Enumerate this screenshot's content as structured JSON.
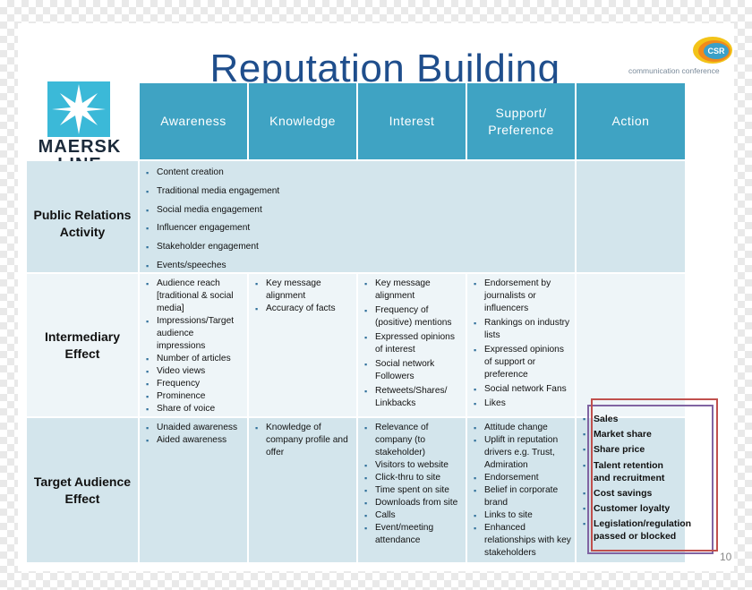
{
  "title": "Reputation Building",
  "csr_logo": {
    "badge": "CSR",
    "tagline": "communication conference"
  },
  "maersk_logo": {
    "line1": "MAERSK",
    "line2": "LINE"
  },
  "columns": [
    "Awareness",
    "Knowledge",
    "Interest",
    "Support/ Preference",
    "Action"
  ],
  "rows": [
    {
      "label": "Public Relations Activity",
      "items": [
        "Content creation",
        "Traditional media engagement",
        "Social media engagement",
        "Influencer engagement",
        "Stakeholder engagement",
        "Events/speeches"
      ]
    },
    {
      "label": "Intermediary Effect",
      "awareness": [
        "Audience reach [traditional & social media]",
        "Impressions/Target audience impressions",
        "Number of articles",
        "Video views",
        "Frequency",
        "Prominence",
        "Share of voice"
      ],
      "knowledge": [
        "Key message alignment",
        "Accuracy of facts"
      ],
      "interest": [
        "Key message alignment",
        "Frequency of (positive) mentions",
        "Expressed opinions of interest",
        "Social network Followers",
        "Retweets/Shares/ Linkbacks"
      ],
      "support": [
        "Endorsement by journalists or influencers",
        "Rankings on industry lists",
        "Expressed opinions of support or preference",
        "Social network Fans",
        "Likes"
      ],
      "action": []
    },
    {
      "label": "Target Audience Effect",
      "awareness": [
        "Unaided awareness",
        "Aided awareness"
      ],
      "knowledge": [
        "Knowledge of company profile and offer"
      ],
      "interest": [
        "Relevance of company (to stakeholder)",
        "Visitors to website",
        "Click-thru to site",
        "Time spent on site",
        "Downloads from site",
        "Calls",
        "Event/meeting attendance"
      ],
      "support": [
        "Attitude change",
        "Uplift in reputation drivers e.g. Trust, Admiration",
        "Endorsement",
        "Belief in corporate brand",
        "Links to site",
        "Enhanced relationships with key stakeholders"
      ],
      "action": [
        "Sales",
        "Market share",
        "Share price",
        "Talent retention and recruitment",
        "Cost savings",
        "Customer loyalty",
        "Legislation/regulation passed or blocked"
      ]
    }
  ],
  "page_number": "10",
  "colors": {
    "header": "#3fa3c3",
    "row_dark": "#d3e5ec",
    "row_light": "#eef5f8",
    "title": "#1f4e8c",
    "highlight_red": "#c0504d",
    "highlight_purple": "#8064a2"
  }
}
